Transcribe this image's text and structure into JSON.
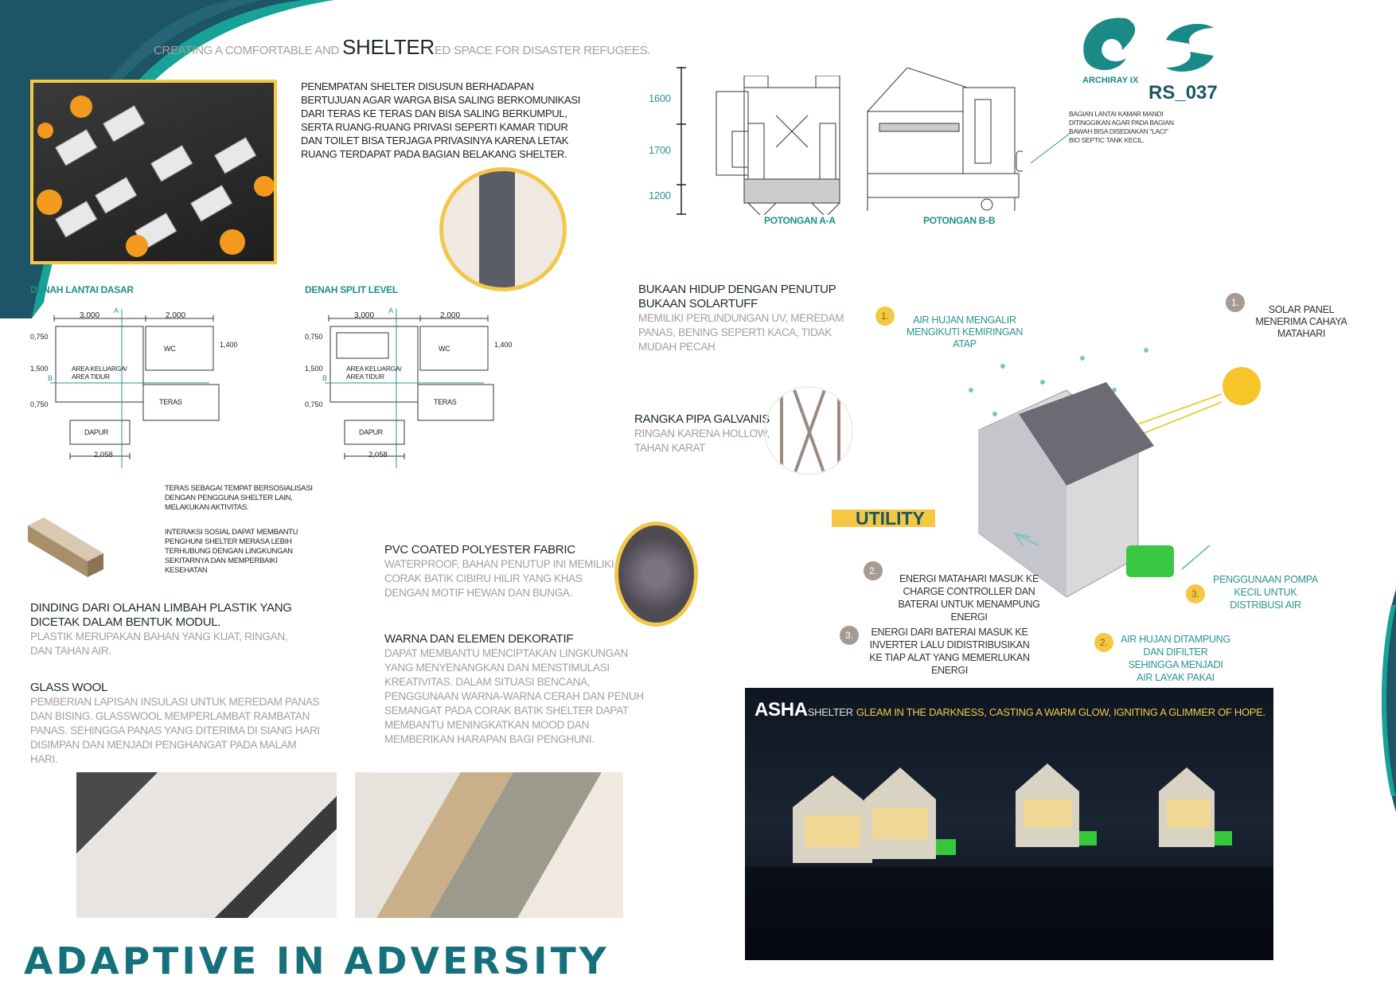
{
  "tagline": {
    "pre": "CREATING A COMFORTABLE AND ",
    "emph": "SHELTER",
    "post": "ED SPACE FOR DISASTER REFUGEES."
  },
  "intro": "PENEMPATAN SHELTER DISUSUN BERHADAPAN BERTUJUAN AGAR WARGA BISA SALING BERKOMUNIKASI DARI TERAS KE TERAS DAN BISA SALING BERKUMPUL, SERTA RUANG-RUANG PRIVASI SEPERTI KAMAR TIDUR DAN TOILET BISA TERJAGA PRIVASINYA KARENA LETAK RUANG TERDAPAT PADA BAGIAN BELAKANG SHELTER.",
  "logos": {
    "archiray": "ARCHIRAY IX",
    "code": "RS_037"
  },
  "sections": {
    "dims": [
      "1600",
      "1700",
      "1200"
    ],
    "a_label": "POTONGAN A-A",
    "b_label": "POTONGAN B-B",
    "note": "BAGIAN LANTAI KAMAR MANDI DITINGGIKAN AGAR PADA BAGIAN BAWAH BISA DISEDIAKAN \"LACI\" BIO SEPTIC TANK KECIL."
  },
  "plans": [
    {
      "title": "DENAH LANTAI DASAR",
      "w1": "3,000",
      "w2": "2,000",
      "h1": "0,750",
      "h2": "1,500",
      "h3": "0,750",
      "wc_h": "1,400",
      "bottom": "2,058",
      "wc": "WC",
      "area": "AREA KELUARGA/ AREA TIDUR",
      "teras": "TERAS",
      "dapur": "DAPUR",
      "a": "A",
      "b": "B"
    },
    {
      "title": "DENAH SPLIT LEVEL",
      "w1": "3,000",
      "w2": "2,000",
      "h1": "0,750",
      "h2": "1,500",
      "h3": "0,750",
      "wc_h": "1,400",
      "bottom": "2,058",
      "wc": "WC",
      "area": "AREA KELUARGA/ AREA TIDUR",
      "teras": "TERAS",
      "dapur": "DAPUR",
      "a": "A",
      "b": "B"
    }
  ],
  "plan_notes": [
    "TERAS SEBAGAI TEMPAT BERSOSIALISASI DENGAN PENGGUNA SHELTER LAIN, MELAKUKAN AKTIVITAS.",
    "INTERAKSI SOSIAL DAPAT MEMBANTU PENGHUNI SHELTER MERASA LEBIH TERHUBUNG DENGAN LINGKUNGAN SEKITARNYA DAN MEMPERBAIKI KESEHATAN"
  ],
  "materials": {
    "dinding": {
      "title": "DINDING DARI OLAHAN LIMBAH PLASTIK YANG DICETAK DALAM BENTUK MODUL.",
      "desc": "PLASTIK MERUPAKAN BAHAN YANG KUAT, RINGAN, DAN TAHAN AIR."
    },
    "glasswool": {
      "title": "GLASS WOOL",
      "desc": "PEMBERIAN LAPISAN INSULASI UNTUK MEREDAM PANAS DAN BISING. GLASSWOOL MEMPERLAMBAT RAMBATAN PANAS. SEHINGGA PANAS YANG DITERIMA DI SIANG HARI DISIMPAN DAN MENJADI PENGHANGAT PADA MALAM HARI."
    },
    "bukaan": {
      "title": "BUKAAN HIDUP DENGAN PENUTUP BUKAAN SOLARTUFF",
      "desc": "MEMILIKI PERLINDUNGAN UV, MEREDAM PANAS, BENING SEPERTI KACA, TIDAK MUDAH PECAH"
    },
    "rangka": {
      "title": "RANGKA PIPA GALVANIS",
      "desc": "RINGAN KARENA HOLLOW, TAHAN KARAT"
    },
    "pvc": {
      "title": "PVC COATED POLYESTER FABRIC",
      "desc": "WATERPROOF, BAHAN PENUTUP INI MEMILIKI CORAK BATIK CIBIRU HILIR YANG KHAS DENGAN MOTIF HEWAN DAN BUNGA."
    },
    "warna": {
      "title": "WARNA DAN ELEMEN DEKORATIF",
      "desc": "DAPAT MEMBANTU MENCIPTAKAN LINGKUNGAN YANG MENYENANGKAN DAN MENSTIMULASI KREATIVITAS. DALAM SITUASI BENCANA, PENGGUNAAN WARNA-WARNA CERAH DAN PENUH SEMANGAT PADA CORAK BATIK SHELTER DAPAT MEMBANTU MENINGKATKAN MOOD DAN MEMBERIKAN HARAPAN BAGI PENGHUNI."
    }
  },
  "utility": {
    "label": "UTILITY",
    "water": [
      {
        "n": "1.",
        "text": "AIR HUJAN MENGALIR MENGIKUTI KEMIRINGAN ATAP"
      },
      {
        "n": "2.",
        "text": "AIR HUJAN DITAMPUNG DAN DIFILTER SEHINGGA MENJADI AIR LAYAK PAKAI"
      },
      {
        "n": "3.",
        "text": "PENGGUNAAN POMPA KECIL UNTUK DISTRIBUSI AIR"
      }
    ],
    "energy": [
      {
        "n": "1.",
        "text": "SOLAR PANEL MENERIMA CAHAYA MATAHARI"
      },
      {
        "n": "2.",
        "text": "ENERGI MATAHARI MASUK KE CHARGE CONTROLLER DAN BATERAI UNTUK MENAMPUNG ENERGI"
      },
      {
        "n": "3.",
        "text": "ENERGI DARI BATERAI MASUK KE INVERTER LALU DIDISTRIBUSIKAN KE TIAP ALAT YANG MEMERLUKAN ENERGI"
      }
    ]
  },
  "night": {
    "asha": "ASHA",
    "shelter": "SHELTER",
    "caption": "GLEAM IN THE DARKNESS, CASTING A WARM GLOW, IGNITING A GLIMMER OF HOPE."
  },
  "title": "ADAPTIVE IN ADVERSITY",
  "colors": {
    "teal": "#17a298",
    "dark_teal": "#1d5566",
    "yellow": "#f4c842",
    "gray_text": "#a69d98"
  }
}
